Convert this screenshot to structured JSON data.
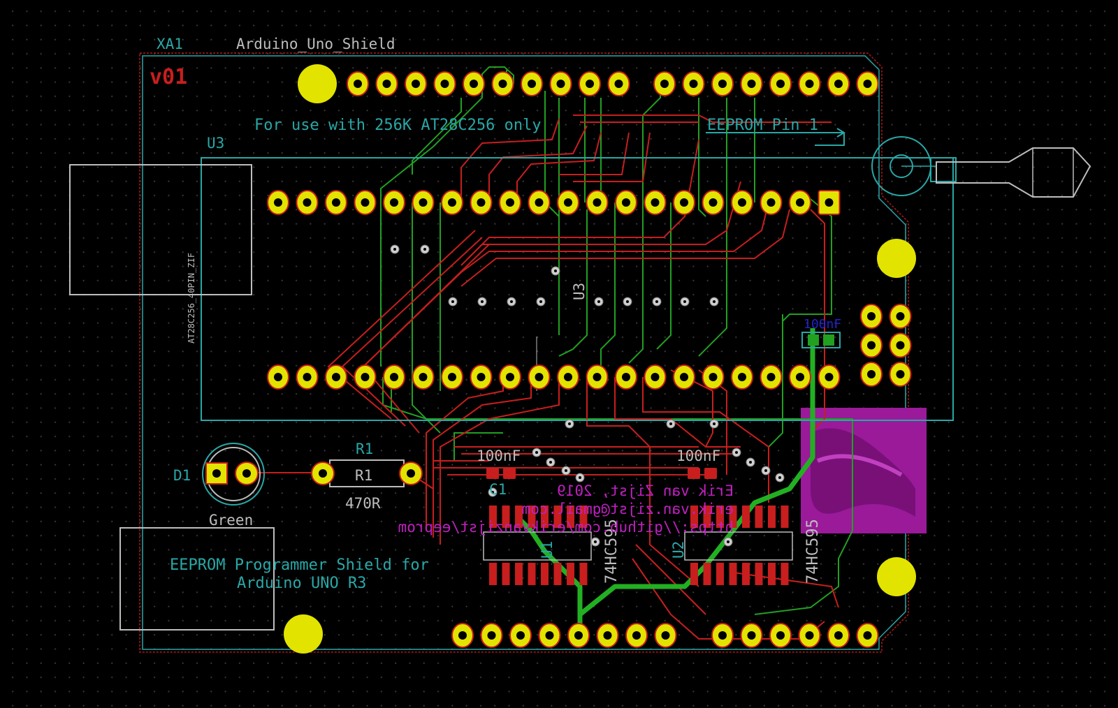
{
  "board": {
    "ref": "XA1",
    "footprint_name": "Arduino_Uno_Shield",
    "logo_text": "v01",
    "note_text": "For use with 256K AT28C256 only",
    "pin1_label": "EEPROM Pin 1"
  },
  "socket": {
    "ref_top": "U3",
    "ref_center": "U3",
    "footprint_name": "AT28C256_40PIN_ZIF"
  },
  "led": {
    "ref": "D1",
    "value": "Green"
  },
  "resistor": {
    "ref": "R1",
    "ref_silk": "R1",
    "value": "470R"
  },
  "caps": {
    "c1_value": "100nF",
    "c2_value": "100nF",
    "c1_ref": "C1",
    "c3_value": "100nF"
  },
  "shift_regs": {
    "u1_ref": "U1",
    "u1_value": "74HC595",
    "u2_ref": "U2",
    "u2_value": "74HC595"
  },
  "title_block": {
    "line1": "EEPROM Programmer Shield for",
    "line2": "Arduino UNO R3"
  },
  "back_silk": {
    "line1": "Erik van Zijst, 2019",
    "line2": "erik.van.zijst@gmail.com",
    "line3": "https://github.com/erikvanzijst/eeprom"
  },
  "colors": {
    "front_copper": "#c81e1e",
    "back_copper": "#22a022",
    "pad": "#e3e300",
    "silk_cyan": "#2aa7a7",
    "fab_gray": "#bdbdbd",
    "back_silk": "#c020c0",
    "edge_cuts": "#ccc000"
  }
}
